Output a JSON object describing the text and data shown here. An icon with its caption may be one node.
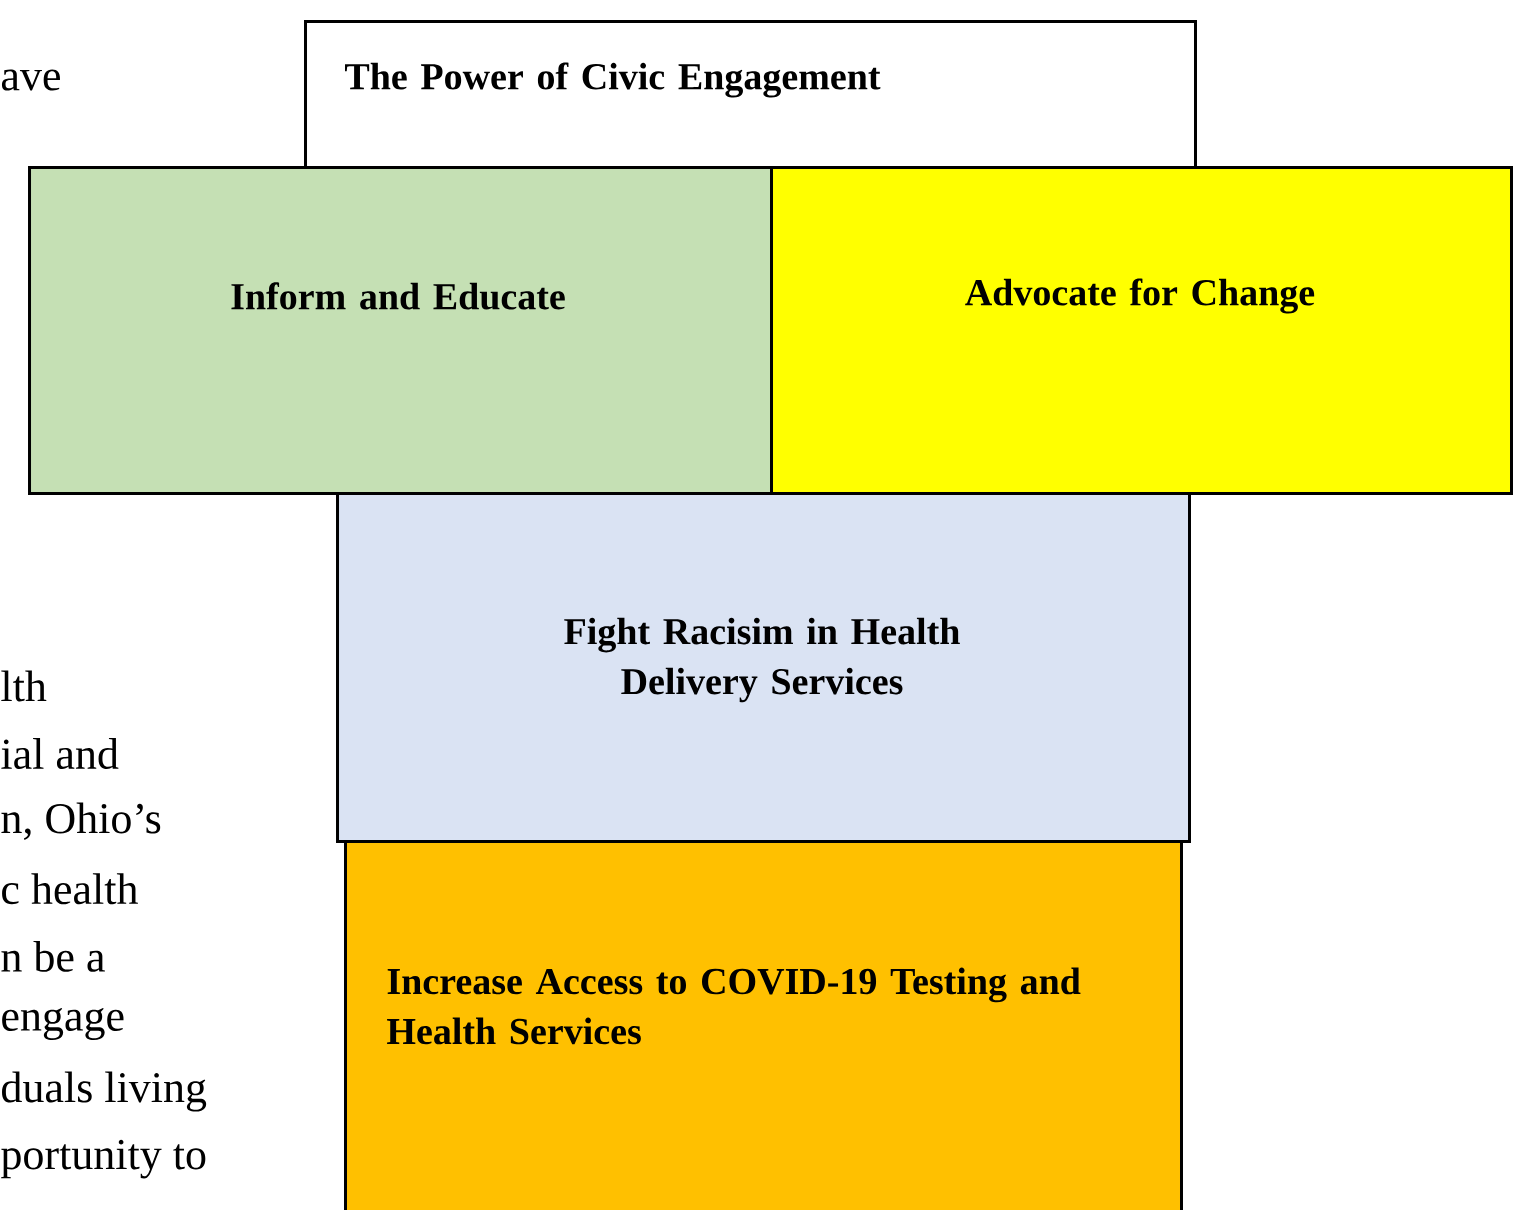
{
  "diagram": {
    "nodes": [
      {
        "text": [
          "The Power of Civic Engagement"
        ]
      },
      {
        "text": [
          "Inform and Educate"
        ]
      },
      {
        "text": [
          "Advocate for Change"
        ]
      },
      {
        "text": [
          "Fight Racisim in Health Delivery Services"
        ]
      },
      {
        "text": [
          "Increase Access to COVID-19 Testing and Health Services"
        ]
      }
    ],
    "labels": [
      "ave",
      "lth",
      "ial and",
      "n, Ohio’s",
      "c health",
      "n be a",
      "engage",
      "duals living",
      "portunity to"
    ]
  }
}
